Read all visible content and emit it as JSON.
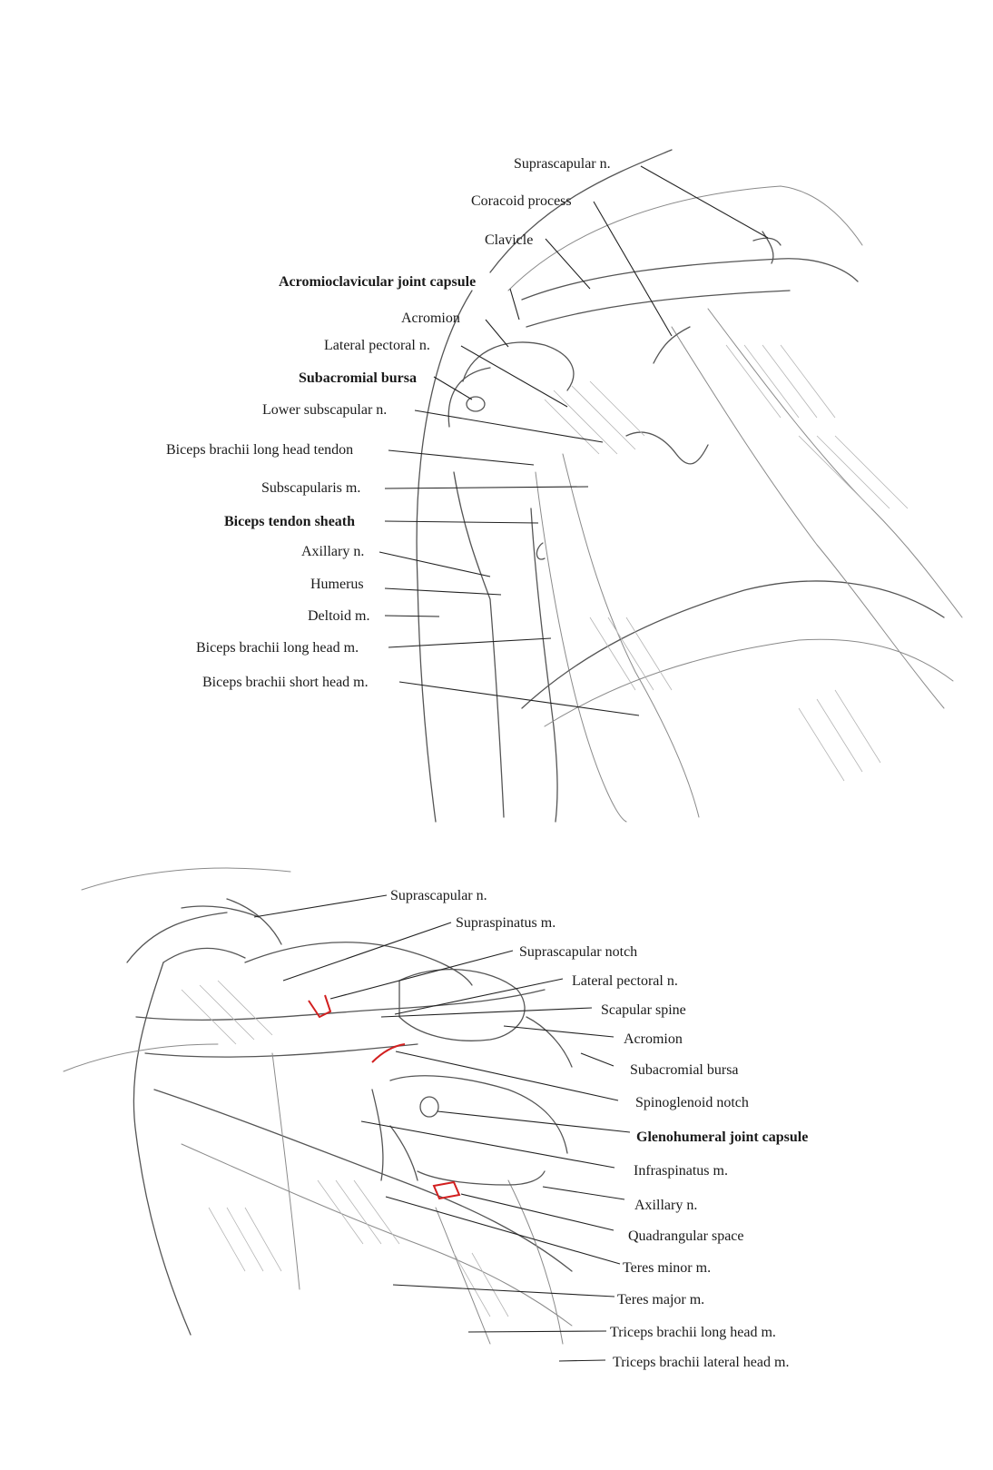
{
  "figure_top": {
    "labels": [
      {
        "id": "suprascapular-n",
        "text": "Suprascapular n.",
        "bold": false
      },
      {
        "id": "coracoid-process",
        "text": "Coracoid process",
        "bold": false
      },
      {
        "id": "clavicle",
        "text": "Clavicle",
        "bold": false
      },
      {
        "id": "acromioclavicular-joint-capsule",
        "text": "Acromioclavicular joint capsule",
        "bold": true
      },
      {
        "id": "acromion",
        "text": "Acromion",
        "bold": false
      },
      {
        "id": "lateral-pectoral-n",
        "text": "Lateral pectoral n.",
        "bold": false
      },
      {
        "id": "subacromial-bursa",
        "text": "Subacromial bursa",
        "bold": true
      },
      {
        "id": "lower-subscapular-n",
        "text": "Lower subscapular n.",
        "bold": false
      },
      {
        "id": "biceps-brachii-long-head-tendon",
        "text": "Biceps brachii long head tendon",
        "bold": false
      },
      {
        "id": "subscapularis-m",
        "text": "Subscapularis m.",
        "bold": false
      },
      {
        "id": "biceps-tendon-sheath",
        "text": "Biceps tendon sheath",
        "bold": true
      },
      {
        "id": "axillary-n",
        "text": "Axillary n.",
        "bold": false
      },
      {
        "id": "humerus",
        "text": "Humerus",
        "bold": false
      },
      {
        "id": "deltoid-m",
        "text": "Deltoid m.",
        "bold": false
      },
      {
        "id": "biceps-brachii-long-head-m",
        "text": "Biceps brachii long head m.",
        "bold": false
      },
      {
        "id": "biceps-brachii-short-head-m",
        "text": "Biceps brachii short head m.",
        "bold": false
      }
    ]
  },
  "figure_bottom": {
    "labels": [
      {
        "id": "suprascapular-n",
        "text": "Suprascapular n.",
        "bold": false
      },
      {
        "id": "supraspinatus-m",
        "text": "Supraspinatus m.",
        "bold": false
      },
      {
        "id": "suprascapular-notch",
        "text": "Suprascapular notch",
        "bold": false
      },
      {
        "id": "lateral-pectoral-n",
        "text": "Lateral pectoral n.",
        "bold": false
      },
      {
        "id": "scapular-spine",
        "text": "Scapular spine",
        "bold": false
      },
      {
        "id": "acromion",
        "text": "Acromion",
        "bold": false
      },
      {
        "id": "subacromial-bursa",
        "text": "Subacromial bursa",
        "bold": false
      },
      {
        "id": "spinoglenoid-notch",
        "text": "Spinoglenoid notch",
        "bold": false
      },
      {
        "id": "glenohumeral-joint-capsule",
        "text": "Glenohumeral joint capsule",
        "bold": true
      },
      {
        "id": "infraspinatus-m",
        "text": "Infraspinatus m.",
        "bold": false
      },
      {
        "id": "axillary-n",
        "text": "Axillary n.",
        "bold": false
      },
      {
        "id": "quadrangular-space",
        "text": "Quadrangular space",
        "bold": false
      },
      {
        "id": "teres-minor-m",
        "text": "Teres minor m.",
        "bold": false
      },
      {
        "id": "teres-major-m",
        "text": "Teres major m.",
        "bold": false
      },
      {
        "id": "triceps-brachii-long-head-m",
        "text": "Triceps brachii long head m.",
        "bold": false
      },
      {
        "id": "triceps-brachii-lateral-head-m",
        "text": "Triceps brachii lateral head m.",
        "bold": false
      }
    ]
  },
  "colors": {
    "label_text": "#1a1a1a",
    "leader_line": "#222222",
    "sketch_line": "#8a8a8a",
    "highlight_red": "#d21f1f",
    "background": "#ffffff"
  }
}
